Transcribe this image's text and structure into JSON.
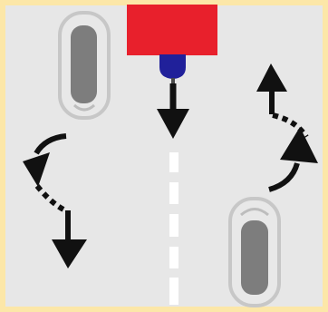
{
  "scene": {
    "colors": {
      "frame": "#fce7a8",
      "road": "#e7e7e7",
      "lane_line": "#ffffff",
      "car_body": "#e8e8e8",
      "car_outline": "#c7c7c7",
      "car_glass": "#7d7d7d",
      "red_block": "#e8202c",
      "helmet": "#20209a",
      "arrow": "#111111"
    },
    "icons": [
      "car-top-left",
      "car-bottom-right",
      "red-block",
      "motorcycle-rider",
      "arrow-down-center",
      "u-turn-arrow-left",
      "u-turn-arrow-right"
    ]
  }
}
